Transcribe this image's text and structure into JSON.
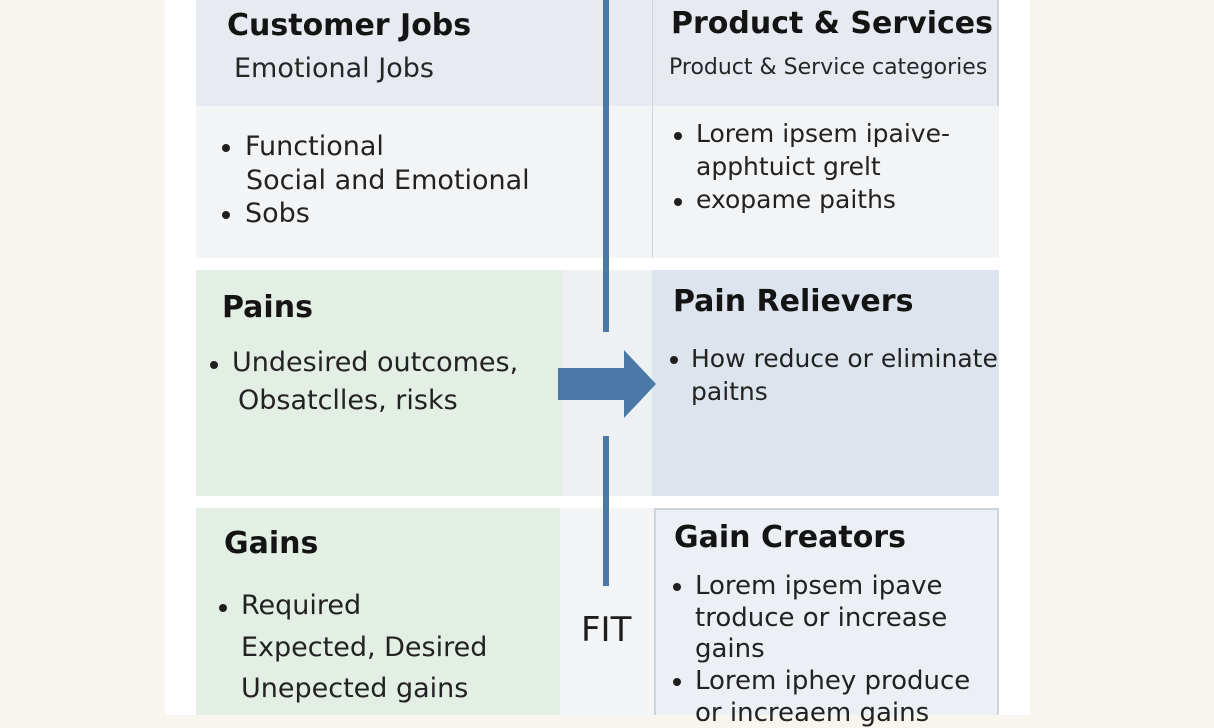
{
  "customer_jobs": {
    "title": "Customer Jobs",
    "subtitle": "Emotional Jobs",
    "lines": [
      "Functional",
      "Social and Emotional",
      "Sobs"
    ]
  },
  "product_services": {
    "title": "Product & Services",
    "subtitle": "Product & Service categories",
    "lines": [
      "Lorem ipsem ipaive-",
      "apphtuict grelt",
      "exopame paiths"
    ]
  },
  "pains": {
    "title": "Pains",
    "lines": [
      "Undesired outcomes,",
      "Obsatclles, risks"
    ]
  },
  "pain_relievers": {
    "title": "Pain Relievers",
    "lines": [
      "How reduce or eliminate",
      "paitns"
    ]
  },
  "gains": {
    "title": "Gains",
    "lines": [
      "Required",
      "Expected, Desired",
      "Unepected gains"
    ]
  },
  "gain_creators": {
    "title": "Gain Creators",
    "lines": [
      "Lorem ipsem ipave",
      "troduce or increase",
      "gains",
      "Lorem iphey produce",
      "or increaem gains"
    ]
  },
  "fit_label": "FIT",
  "colors": {
    "accent_blue": "#4a79a8",
    "pains_green": "#e3eee5",
    "relievers_blue": "#dde4ee",
    "header_grey": "#e7ebf1"
  }
}
